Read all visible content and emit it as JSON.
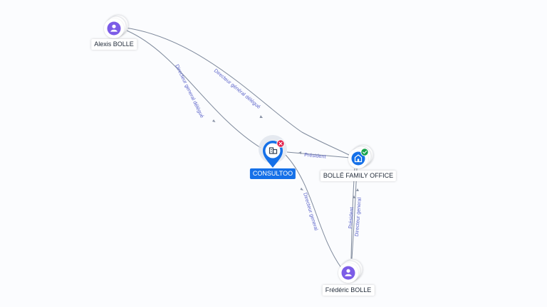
{
  "nodes": {
    "alexis": {
      "label": "Alexis BOLLE",
      "type": "person",
      "icon": "person-icon"
    },
    "consultoo": {
      "label": "CONSULTOO",
      "type": "company",
      "icon": "building-icon",
      "status": "closed",
      "status_icon": "close-badge-icon"
    },
    "bolle_family_office": {
      "label": "BOLLÉ FAMILY OFFICE",
      "type": "company",
      "icon": "building-icon",
      "status": "active",
      "status_icon": "check-badge-icon"
    },
    "frederic": {
      "label": "Frédéric BOLLE",
      "type": "person",
      "icon": "person-icon"
    }
  },
  "edges": {
    "alexis_consultoo": {
      "label": "Directeur general délégué"
    },
    "alexis_bfo": {
      "label": "Directeur général délégué"
    },
    "bfo_consultoo": {
      "label": "Président"
    },
    "frederic_consultoo": {
      "label": "Directeur general"
    },
    "frederic_bfo_1": {
      "label": "Président"
    },
    "frederic_bfo_2": {
      "label": "Directeur general"
    }
  },
  "colors": {
    "person_icon": "#7c5ce7",
    "company_icon": "#1570e8",
    "focus": "#1570e8",
    "closed_badge": "#e11d48",
    "active_badge": "#16a34a",
    "edge": "#7f8a9c",
    "edge_label": "#5b63c9"
  }
}
